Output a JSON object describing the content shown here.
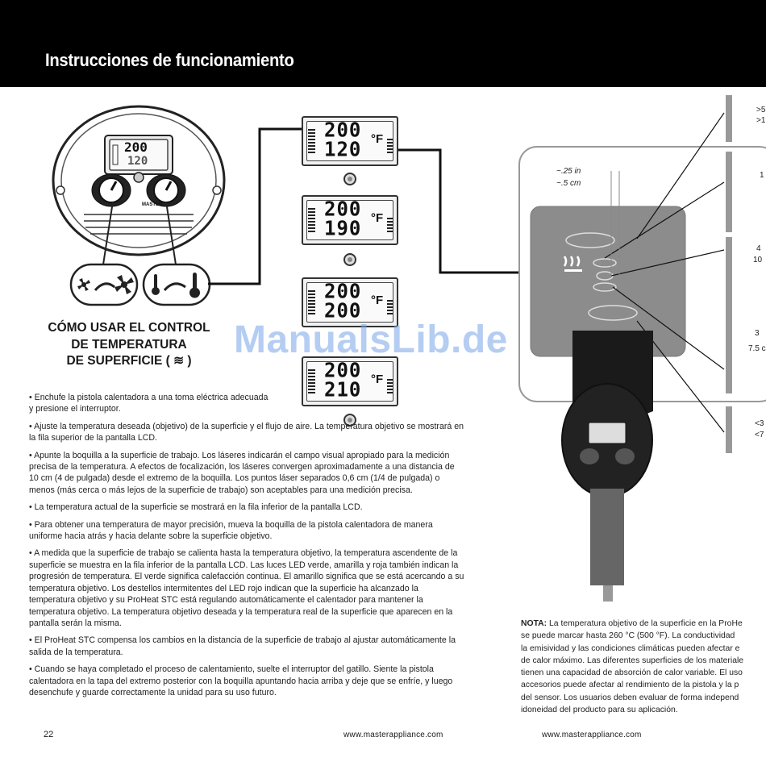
{
  "header": {
    "title": "Instrucciones de funcionamiento"
  },
  "section": {
    "title_lines": [
      "CÓMO USAR EL CONTROL",
      "DE TEMPERATURA",
      "DE SUPERFICIE ( ≋ )"
    ]
  },
  "bullets": [
    "• Enchufe la pistola calentadora a una toma eléctrica adecuada y presione el interruptor.",
    "• Ajuste la temperatura deseada (objetivo) de la superficie y el flujo de aire. La temperatura objetivo se mostrará en la fila superior de la pantalla LCD.",
    "• Apunte la boquilla a la superficie de trabajo. Los láseres indicarán el campo visual apropiado para la medición precisa de la temperatura. A efectos de focalización, los láseres convergen aproximadamente a una distancia de 10 cm (4 de pulgada) desde el extremo de la boquilla. Los puntos láser separados 0,6 cm (1/4 de pulgada) o menos (más cerca o más lejos de la superficie de trabajo) son aceptables para una medición precisa.",
    "• La temperatura actual de la superficie se mostrará en la fila inferior de la pantalla LCD.",
    "• Para obtener una temperatura de mayor precisión, mueva la boquilla de la pistola calentadora de manera uniforme hacia atrás y hacia delante sobre la superficie objetivo.",
    "• A medida que la superficie de trabajo se calienta hasta la temperatura objetivo, la temperatura ascendente de la superficie se muestra en la fila inferior de la pantalla LCD. Las luces LED verde, amarilla y roja también indican la progresión de temperatura. El verde significa calefacción continua. El amarillo significa que se está acercando a su temperatura objetivo. Los destellos intermitentes del LED rojo indican que la superficie ha alcanzado la temperatura objetivo y su ProHeat STC está regulando automáticamente el calentador para mantener la temperatura objetivo. La temperatura objetivo deseada y la temperatura real de la superficie que aparecen en la pantalla serán la misma.",
    "• El ProHeat STC compensa los cambios en la distancia de la superficie de trabajo al ajustar automáticamente la salida de la temperatura.",
    "• Cuando se haya completado el proceso de calentamiento, suelte el interruptor del gatillo. Siente la pistola calentadora en la tapa del extremo posterior con la boquilla apuntando hacia arriba y deje que se enfríe, y luego desenchufe y guarde correctamente la unidad para su uso futuro."
  ],
  "lcd_panels": [
    {
      "target": "200",
      "actual": "120",
      "unit": "°F"
    },
    {
      "target": "200",
      "actual": "190",
      "unit": "°F"
    },
    {
      "target": "200",
      "actual": "200",
      "unit": "°F"
    },
    {
      "target": "200",
      "actual": "210",
      "unit": "°F"
    }
  ],
  "device_lcd": {
    "target": "200",
    "actual": "120"
  },
  "device_brand": "MASTER",
  "dimension": {
    "in": "~.25 in",
    "cm": "~.5 cm"
  },
  "edge_labels": [
    ">5",
    ">1",
    "1",
    "4",
    "10",
    "3",
    "7.5 c",
    "<3",
    "<7"
  ],
  "watermark": "ManualsLib.de",
  "note": {
    "label": "NOTA:",
    "lines": [
      " La temperatura objetivo de la superficie en la ProHe",
      "se puede marcar hasta 260 °C (500 °F). La conductividad",
      "la emisividad y las condiciones climáticas pueden afectar e",
      "de calor máximo. Las diferentes superficies de los materiale",
      "tienen una capacidad de absorción de calor variable. El uso",
      "accesorios puede afectar al rendimiento de la pistola y la p",
      "del sensor. Los usuarios deben evaluar de forma independ",
      "idoneidad del producto para su aplicación."
    ]
  },
  "footer": {
    "page_number": "22",
    "url_left": "www.masterappliance.com",
    "url_right": "www.masterappliance.com"
  }
}
